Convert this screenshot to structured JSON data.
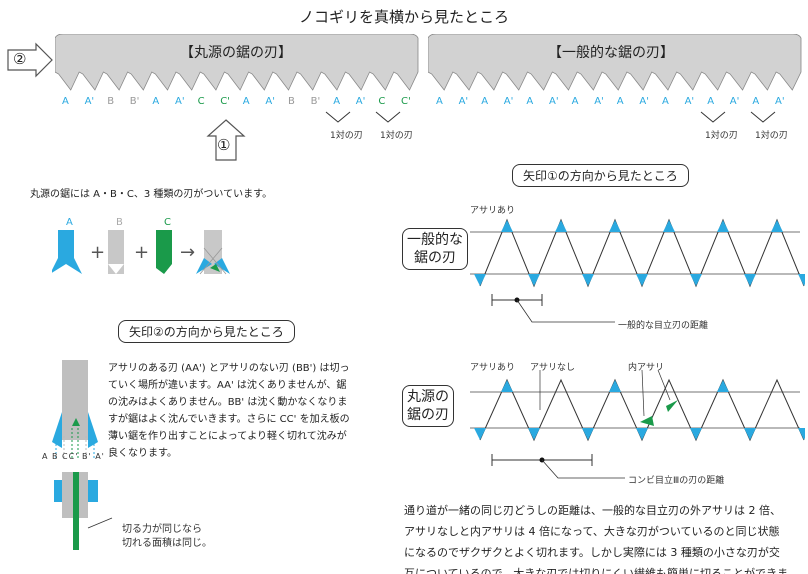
{
  "title": "ノコギリを真横から見たところ",
  "saw_left": {
    "title": "【丸源の鋸の刃】",
    "teeth_labels": [
      "A",
      "A'",
      "B",
      "B'",
      "A",
      "A'",
      "C",
      "C'",
      "A",
      "A'",
      "B",
      "B'",
      "A",
      "A'",
      "C",
      "C'"
    ],
    "pair_labels": [
      "1対の刃",
      "1対の刃"
    ]
  },
  "saw_right": {
    "title": "【一般的な鋸の刃】",
    "teeth_labels": [
      "A",
      "A'",
      "A",
      "A'",
      "A",
      "A'",
      "A",
      "A'",
      "A",
      "A'",
      "A",
      "A'",
      "A",
      "A'",
      "A",
      "A'"
    ],
    "pair_labels": [
      "1対の刃",
      "1対の刃"
    ]
  },
  "arrow1_label": "①",
  "arrow2_label": "②",
  "intro_text": "丸源の鋸には A・B・C、3 種類の刃がついています。",
  "blade_types": [
    {
      "label": "A",
      "color": "#2aa9e0"
    },
    {
      "label": "B",
      "color": "#bfbfbf"
    },
    {
      "label": "C",
      "color": "#1a9a4a"
    }
  ],
  "section2_title": "矢印②の方向から見たところ",
  "section2_text": "アサリのある刃 (AA') とアサリのない刃 (BB') は切っていく場所が違います。AA' は沈くありませんが、鋸の沈みはよくありません。BB' は沈く動かなくなりますが鋸はよく沈んでいきます。さらに CC' を加え板の薄い鋸を作り出すことによってより軽く切れて沈みが良くなります。",
  "section2_teeth_labels": "A B CC' B' A'",
  "section2_caption_lines": [
    "切る力が同じなら",
    "切れる面積は同じ。"
  ],
  "section1_title": "矢印①の方向から見たところ",
  "general_box": [
    "一般的な",
    "鋸の刃"
  ],
  "general_set_label": "アサリあり",
  "general_distance_label": "一般的な目立刃の距離",
  "marugen_box": [
    "丸源の",
    "鋸の刃"
  ],
  "marugen_labels": [
    "アサリあり",
    "アサリなし",
    "内アサリ"
  ],
  "marugen_distance_label": "コンビ目立Ⅲの刃の距離",
  "bottom_text": "通り道が一緒の同じ刃どうしの距離は、一般的な目立刃の外アサリは 2 倍、アサリなしと内アサリは 4 倍になって、大きな刃がついているのと同じ状態になるのでザクザクとよく切れます。しかし実際には 3 種類の小さな刃が交互についているので、大きな刃では切りにくい繊維も簡単に切ることができます。",
  "colors": {
    "blue": "#2aa9e0",
    "green": "#1a9a4a",
    "gray": "#c8c8c8",
    "dark": "#333333"
  }
}
